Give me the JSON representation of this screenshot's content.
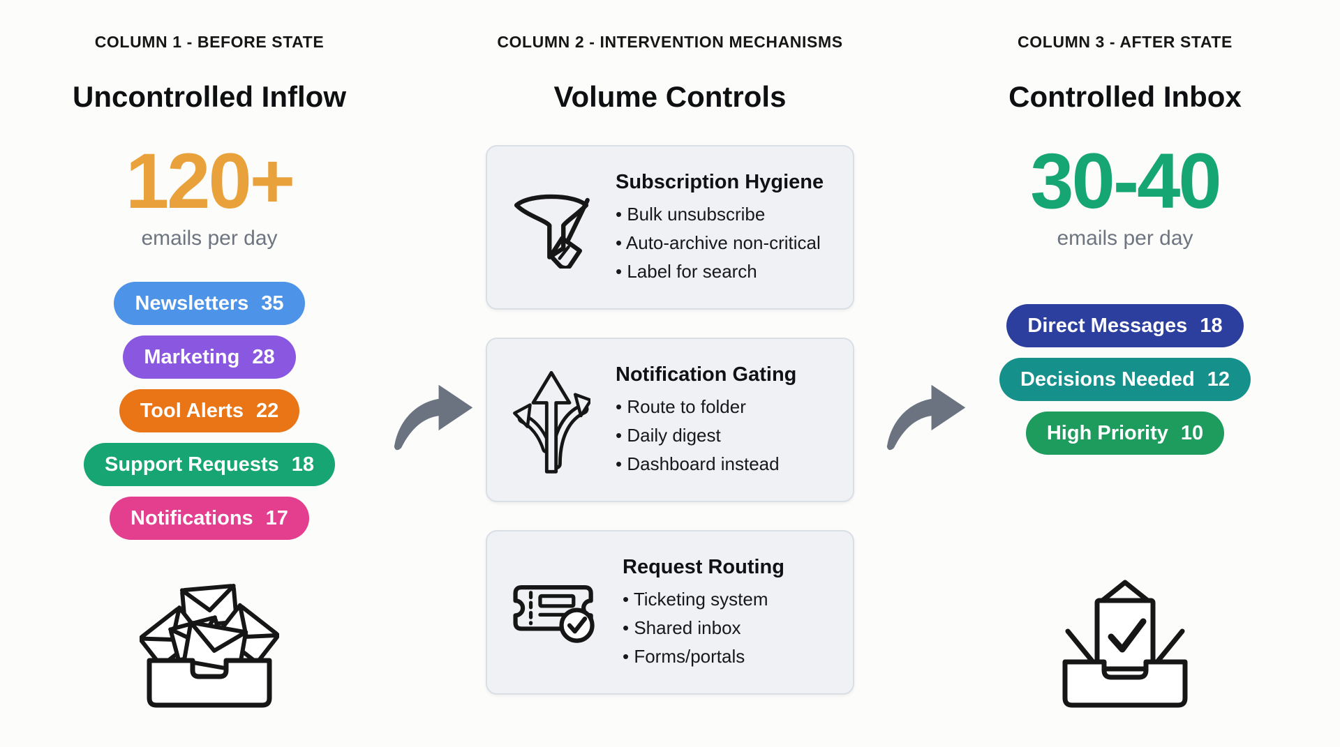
{
  "page": {
    "background": "#FCFCFA",
    "arrow_color": "#6B7280"
  },
  "before": {
    "eyebrow": "COLUMN 1 - BEFORE STATE",
    "title": "Uncontrolled Inflow",
    "metric_value": "120+",
    "metric_caption": "emails per day",
    "metric_color": "#E9A23B",
    "pills": [
      {
        "label": "Newsletters",
        "count": "35",
        "color": "#4D93E8"
      },
      {
        "label": "Marketing",
        "count": "28",
        "color": "#8A57E0"
      },
      {
        "label": "Tool Alerts",
        "count": "22",
        "color": "#E97516"
      },
      {
        "label": "Support Requests",
        "count": "18",
        "color": "#17A673"
      },
      {
        "label": "Notifications",
        "count": "17",
        "color": "#E43F8F"
      }
    ],
    "icon": "overflowing-inbox-icon"
  },
  "interventions": {
    "eyebrow": "COLUMN 2 - INTERVENTION MECHANISMS",
    "title": "Volume Controls",
    "cards": [
      {
        "icon": "funnel-broom-icon",
        "title": "Subscription Hygiene",
        "bullets": [
          "Bulk unsubscribe",
          "Auto-archive non-critical",
          "Label for search"
        ]
      },
      {
        "icon": "branching-arrows-icon",
        "title": "Notification Gating",
        "bullets": [
          "Route to folder",
          "Daily digest",
          "Dashboard instead"
        ]
      },
      {
        "icon": "ticket-check-icon",
        "title": "Request Routing",
        "bullets": [
          "Ticketing system",
          "Shared inbox",
          "Forms/portals"
        ]
      }
    ]
  },
  "after": {
    "eyebrow": "COLUMN 3 - AFTER STATE",
    "title": "Controlled Inbox",
    "metric_value": "30-40",
    "metric_caption": "emails per day",
    "metric_color": "#16A673",
    "pills": [
      {
        "label": "Direct Messages",
        "count": "18",
        "color": "#2C3E9E"
      },
      {
        "label": "Decisions Needed",
        "count": "12",
        "color": "#15908A"
      },
      {
        "label": "High Priority",
        "count": "10",
        "color": "#1E9C5E"
      }
    ],
    "icon": "inbox-check-icon"
  }
}
